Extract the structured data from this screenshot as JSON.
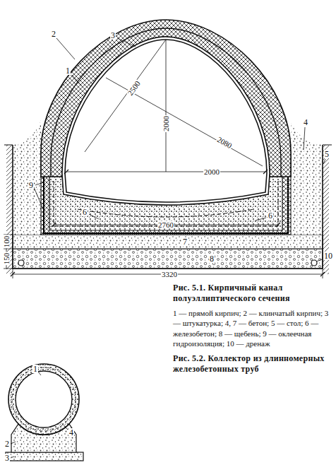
{
  "diagram": {
    "labels": [
      "1",
      "2",
      "3",
      "4",
      "5",
      "9",
      "6",
      "6",
      "7",
      "8",
      "10",
      "2500",
      "2080",
      "2000",
      "2000",
      "2760",
      "3320",
      "150",
      "100",
      "Рис. 5.1. Кирпичный канал полуэллиптического сечения",
      "1 — прямой кирпич; 2 — клинчатый кирпич; 3 — штукатурка; 4, 7 — бетон; 5 — стол; 6 — железобетон; 8 — щебень; 9 — оклеечная гидроизоляция; 10 — дренаж",
      "1",
      "4",
      "2",
      "3",
      "Рис. 5.2. Коллектор из длинномерных железобетонных труб"
    ]
  }
}
